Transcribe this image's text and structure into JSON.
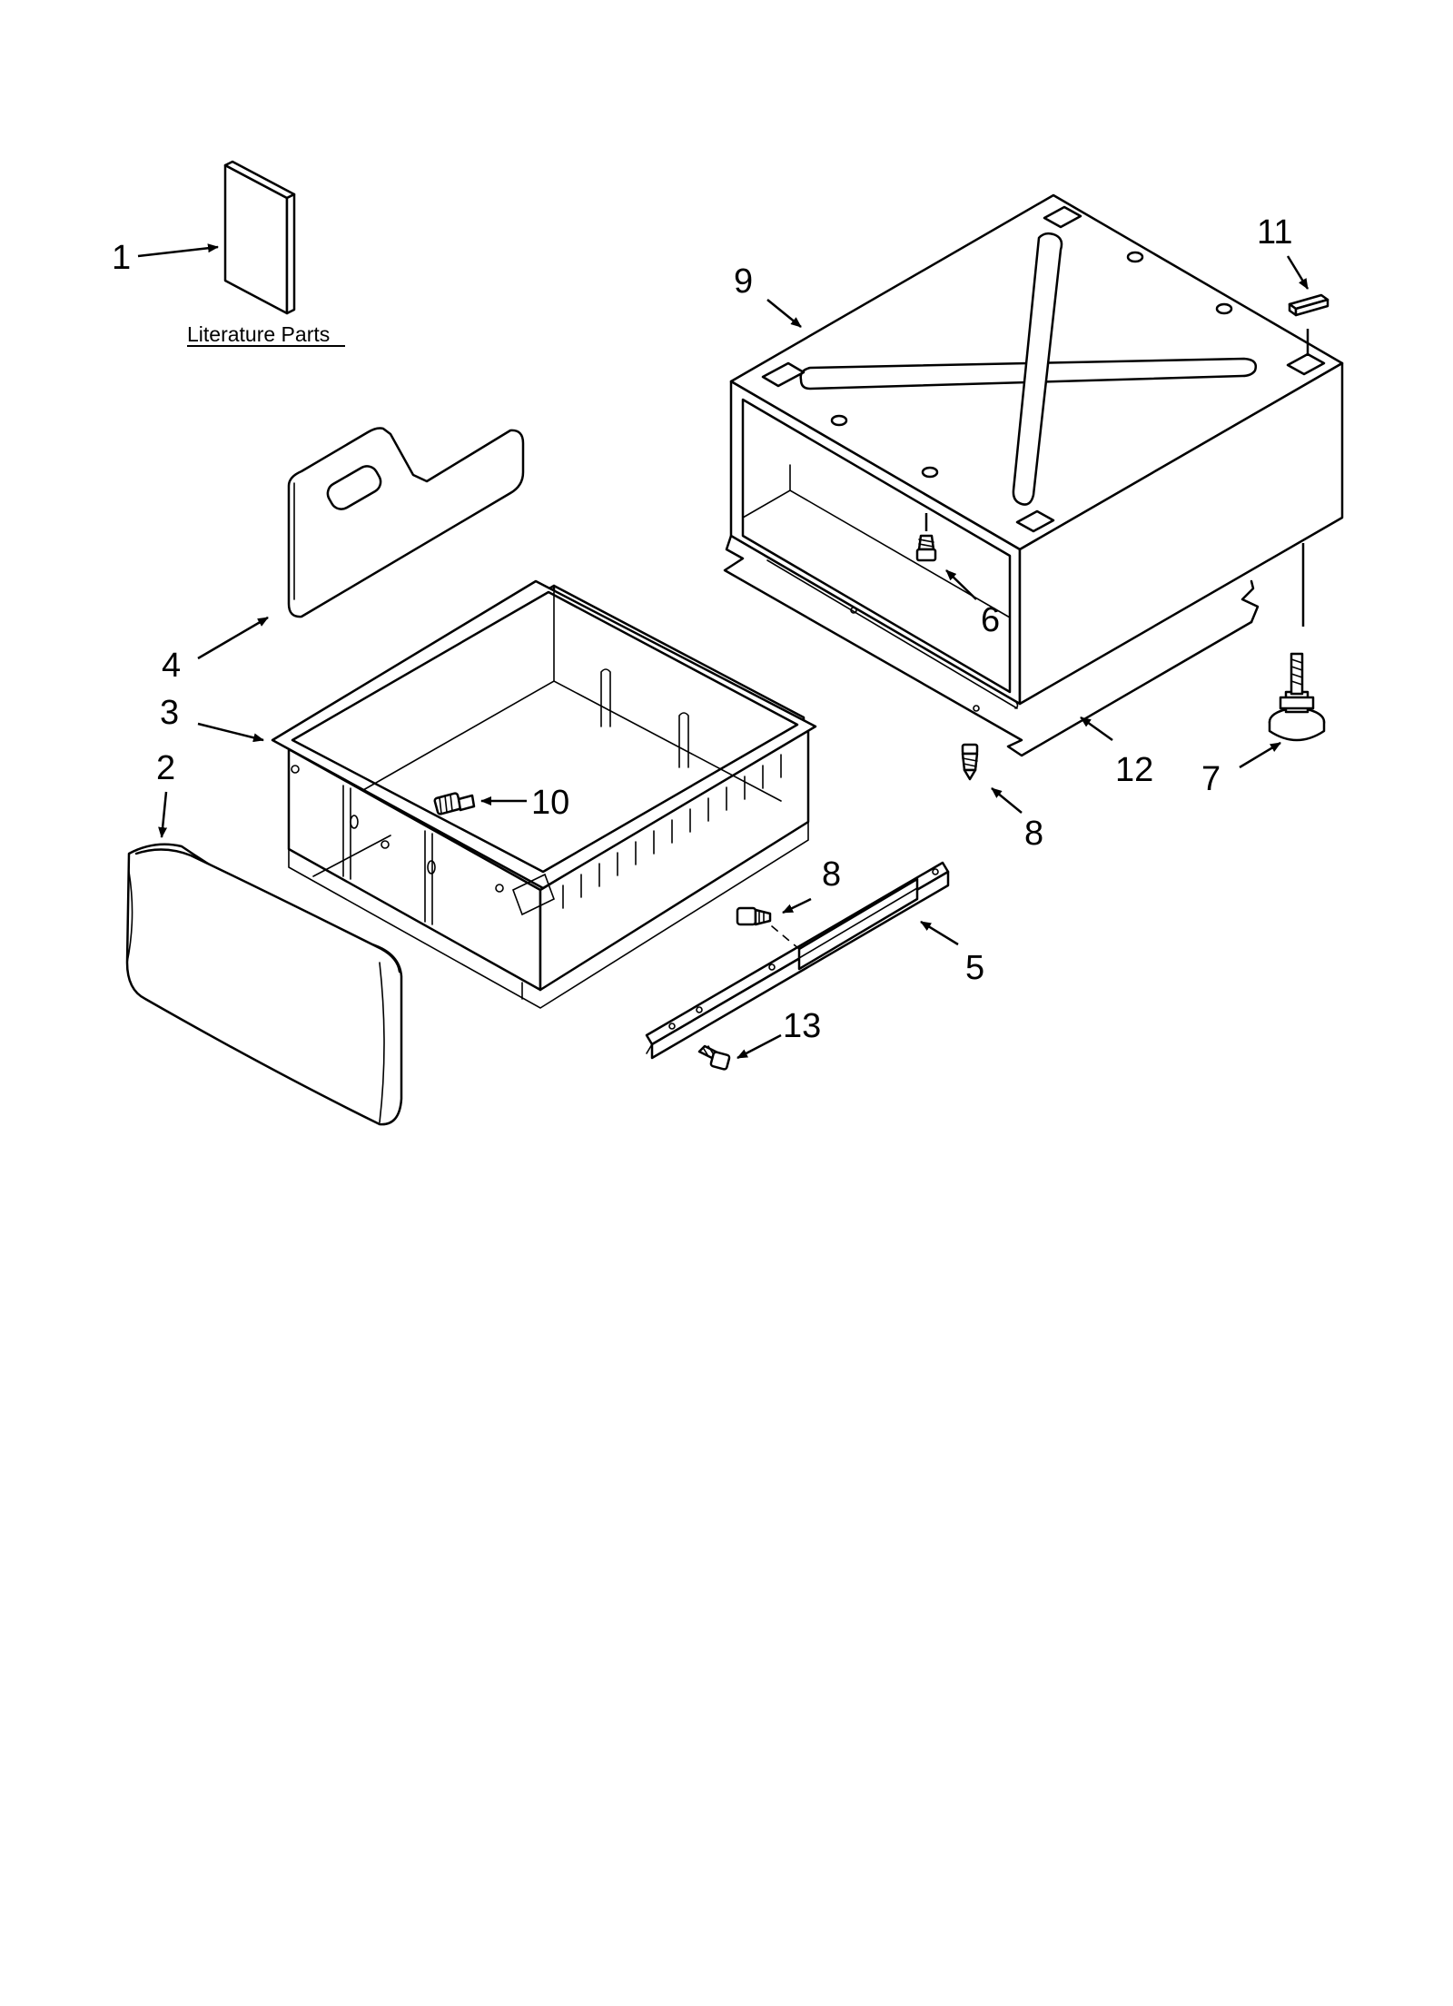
{
  "literature_label": "Literature Parts",
  "callouts": [
    {
      "id": "1",
      "text": "1"
    },
    {
      "id": "2",
      "text": "2"
    },
    {
      "id": "3",
      "text": "3"
    },
    {
      "id": "4",
      "text": "4"
    },
    {
      "id": "5",
      "text": "5"
    },
    {
      "id": "6",
      "text": "6"
    },
    {
      "id": "7",
      "text": "7"
    },
    {
      "id": "8a",
      "text": "8"
    },
    {
      "id": "8b",
      "text": "8"
    },
    {
      "id": "9",
      "text": "9"
    },
    {
      "id": "10",
      "text": "10"
    },
    {
      "id": "11",
      "text": "11"
    },
    {
      "id": "12",
      "text": "12"
    },
    {
      "id": "13",
      "text": "13"
    }
  ],
  "colors": {
    "line": "#000000",
    "background": "#ffffff",
    "part_fill": "#ffffff"
  }
}
